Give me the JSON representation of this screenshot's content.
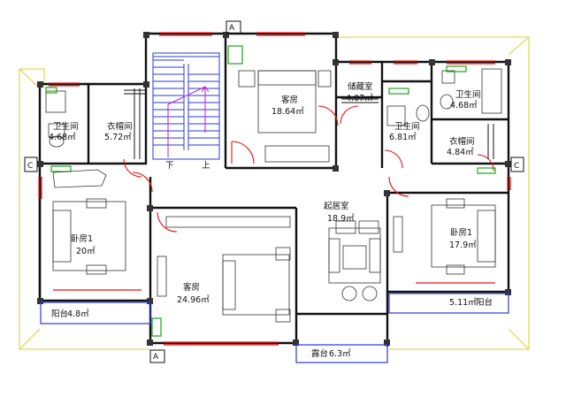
{
  "rooms": {
    "bathroom_left": {
      "name": "卫生间",
      "area": "4.68㎡"
    },
    "closet_left": {
      "name": "衣帽间",
      "area": "5.72㎡"
    },
    "bedroom_top": {
      "name": "客房",
      "area": "18.64㎡"
    },
    "storage": {
      "name": "储藏室",
      "area": "4.07㎡"
    },
    "bathroom_mid": {
      "name": "卫生间",
      "area": "6.81㎡"
    },
    "bathroom_right": {
      "name": "卫生间",
      "area": "4.68㎡"
    },
    "closet_right": {
      "name": "衣帽间",
      "area": "4.84㎡"
    },
    "bedroom_1": {
      "name": "卧房1",
      "area": "20㎡"
    },
    "living_room": {
      "name": "起居室",
      "area": "18.9㎡"
    },
    "bedroom_right": {
      "name": "卧房1",
      "area": "17.9㎡"
    },
    "bedroom_center": {
      "name": "客房",
      "area": "24.96㎡"
    },
    "balcony_left": {
      "name": "阳台",
      "area": "4.8㎡"
    },
    "balcony_right": {
      "area": "5.11㎡",
      "name": "阳台"
    },
    "terrace": {
      "name": "露台",
      "area": "6.3㎡"
    }
  },
  "stairs": {
    "down": "下",
    "up": "上"
  },
  "section_markers": {
    "top": "A",
    "bottom": "A",
    "left": "C",
    "right": "C"
  },
  "colors": {
    "walls": "#111111",
    "windows_doors": "#e11111",
    "stairs": "#2a3bd6",
    "stair_arrow": "#c21ad6",
    "green_fixtures": "#1aa51a",
    "roof_outline": "#e0cc30",
    "balcony": "#2a3bd6"
  }
}
